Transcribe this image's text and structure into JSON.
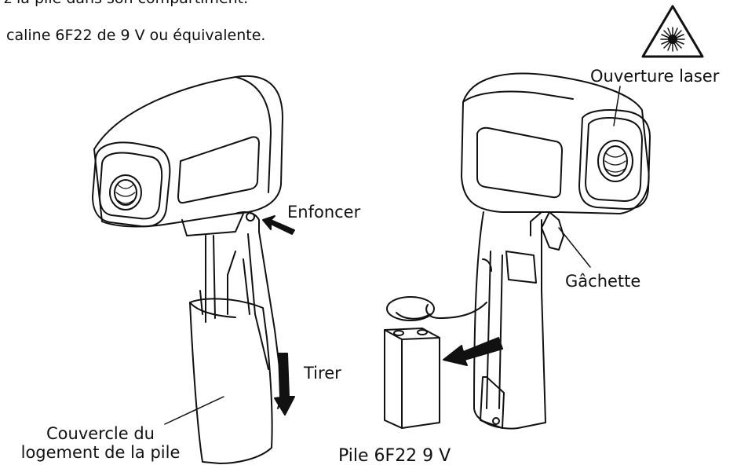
{
  "header": {
    "line1": "z la pile dans son compartiment.",
    "line2": "caline 6F22 de 9 V ou équivalente."
  },
  "labels": {
    "laser_aperture": "Ouverture laser",
    "press": "Enfoncer",
    "trigger": "Gâchette",
    "pull": "Tirer",
    "cover_line1": "Couvercle du",
    "cover_line2": "logement de la pile",
    "battery": "Pile 6F22 9 V"
  },
  "icons": {
    "warning": "laser-warning-icon"
  }
}
